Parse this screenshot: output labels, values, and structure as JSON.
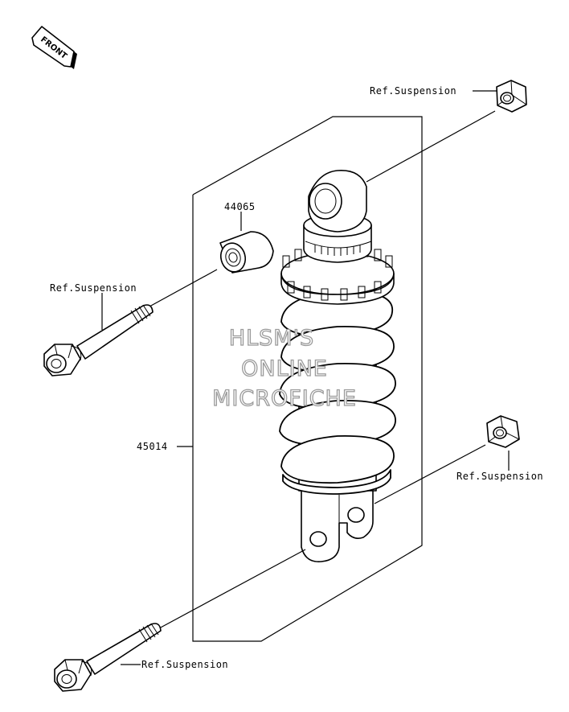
{
  "front_badge": {
    "label": "FRONT"
  },
  "callouts": {
    "part_44065": "44065",
    "part_45014": "45014",
    "ref_top_right": "Ref.Suspension",
    "ref_left_bolt": "Ref.Suspension",
    "ref_right_nut": "Ref.Suspension",
    "ref_bottom_bolt": "Ref.Suspension"
  },
  "watermark": {
    "line1": "HLSM'S",
    "line2": "ONLINE",
    "line3": "MICROFICHE"
  }
}
